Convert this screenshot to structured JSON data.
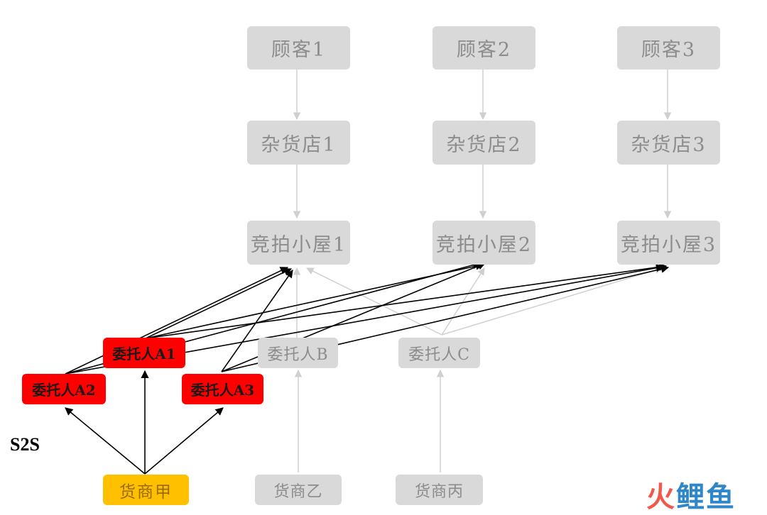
{
  "customers": [
    "顾客1",
    "顾客2",
    "顾客3"
  ],
  "stores": [
    "杂货店1",
    "杂货店2",
    "杂货店3"
  ],
  "auction_houses": [
    "竞拍小屋1",
    "竞拍小屋2",
    "竞拍小屋3"
  ],
  "agents": {
    "a1": "委托人A1",
    "a2": "委托人A2",
    "a3": "委托人A3",
    "b": "委托人B",
    "c": "委托人C"
  },
  "suppliers": [
    "货商甲",
    "货商乙",
    "货商丙"
  ],
  "label": "S2S",
  "watermark": {
    "part1": "火",
    "part2": "鲤鱼"
  },
  "colors": {
    "highlight_agent": "#ff0000",
    "highlight_supplier": "#ffc000",
    "inactive": "#d9d9d9",
    "active_arrow": "#000000",
    "inactive_arrow": "#d0d0d0"
  }
}
